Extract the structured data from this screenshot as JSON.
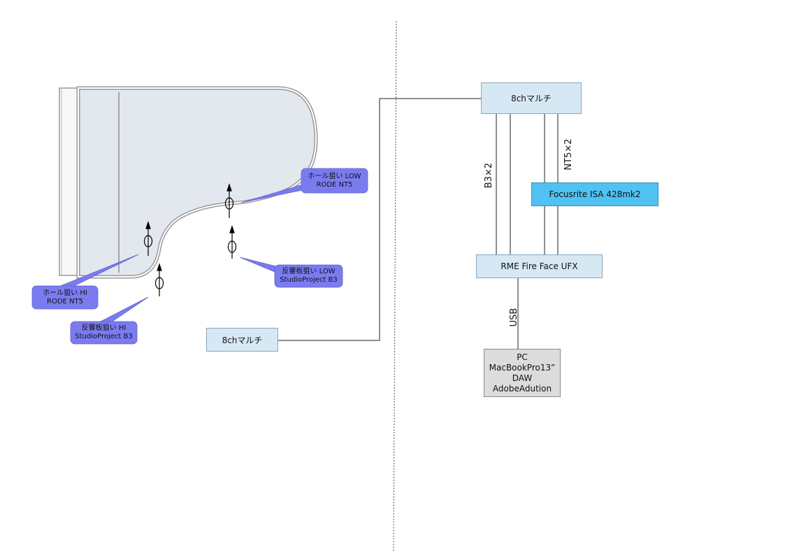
{
  "left_section": {
    "multi_box_label": "8chマルチ",
    "callouts": {
      "hole_low": [
        "ホール狙い LOW",
        "RODE NT5"
      ],
      "hole_hi": [
        "ホール狙い HI",
        "RODE NT5"
      ],
      "sound_hi": [
        "反響板狙い HI",
        "StudioProject B3"
      ],
      "sound_low": [
        "反響板狙い LOW",
        "StudioProject B3"
      ]
    }
  },
  "right_section": {
    "multi_box_label": "8chマルチ",
    "preamp_label": "Focusrite ISA 428mk2",
    "interface_label": "RME Fire Face UFX",
    "pc_lines": [
      "PC",
      "MacBookPro13”",
      "DAW",
      "AdobeAdution"
    ],
    "label_b3": "B3×2",
    "label_nt5": "NT5×2",
    "label_usb": "USB"
  },
  "colors": {
    "light_box": "#d6e8f4",
    "preamp_box": "#4fc2f2",
    "callout": "#7b7bf0",
    "pc_box": "#dcdcdc"
  }
}
